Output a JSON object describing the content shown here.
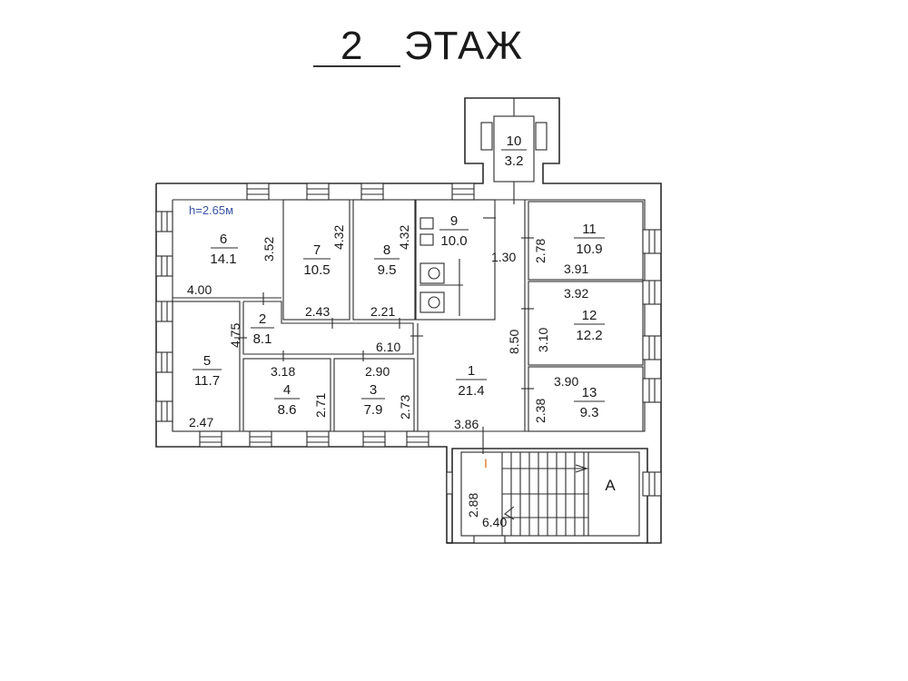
{
  "title": {
    "floor_number": "2",
    "floor_word": "ЭТАЖ"
  },
  "ceiling_height": "h=2.65м",
  "rooms": [
    {
      "id": "1",
      "area": "21.4"
    },
    {
      "id": "2",
      "area": "8.1"
    },
    {
      "id": "3",
      "area": "7.9"
    },
    {
      "id": "4",
      "area": "8.6"
    },
    {
      "id": "5",
      "area": "11.7"
    },
    {
      "id": "6",
      "area": "14.1"
    },
    {
      "id": "7",
      "area": "10.5"
    },
    {
      "id": "8",
      "area": "9.5"
    },
    {
      "id": "9",
      "area": "10.0"
    },
    {
      "id": "10",
      "area": "3.2"
    },
    {
      "id": "11",
      "area": "10.9"
    },
    {
      "id": "12",
      "area": "12.2"
    },
    {
      "id": "13",
      "area": "9.3"
    }
  ],
  "dimensions": {
    "r6_height": "3.52",
    "r6_width": "4.00",
    "r7_height": "4.32",
    "r7_width": "2.43",
    "r8_height": "4.32",
    "r8_width": "2.21",
    "r1_corridor_width": "1.30",
    "r1_height": "8.50",
    "r1_width": "3.86",
    "r11_height": "2.78",
    "r11_width": "3.91",
    "r12_width": "3.92",
    "r12_height": "3.10",
    "r13_width": "3.90",
    "r13_height": "2.38",
    "r2_height": "4.75",
    "r2_width": "6.10",
    "r4_width": "3.18",
    "r4_height": "2.71",
    "r3_width": "2.90",
    "r3_height": "2.73",
    "r5_width": "2.47",
    "stair_height": "2.88",
    "stair_width": "6.40"
  },
  "staircase": {
    "label": "A",
    "marker": "I",
    "marker_color": "#e07020"
  }
}
